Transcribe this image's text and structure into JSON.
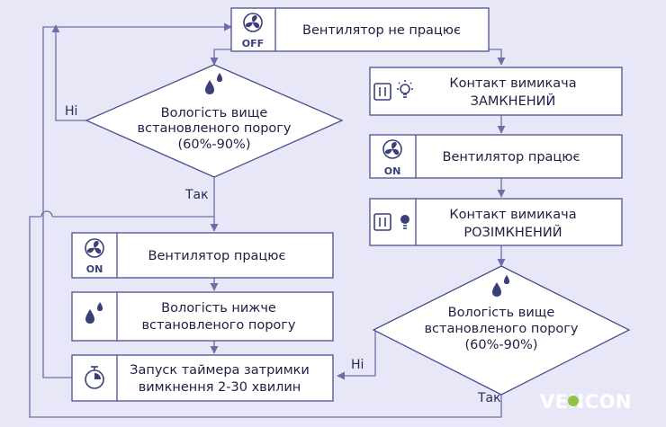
{
  "nodes": {
    "fan_off": {
      "text": "Вентилятор не працює",
      "icon_label": "OFF",
      "icon": "fan-icon"
    },
    "check1": {
      "lines": [
        "Вологість вище",
        "встановленого порогу",
        "(60%-90%)"
      ],
      "icon": "humidity-drops-icon"
    },
    "switch_closed": {
      "lines": [
        "Контакт вимикача",
        "ЗАМКНЕНИЙ"
      ],
      "icon": "switch-lamp-on-icon"
    },
    "fan_on_right": {
      "text": "Вентилятор працює",
      "icon_label": "ON",
      "icon": "fan-icon"
    },
    "switch_open": {
      "lines": [
        "Контакт вимикача",
        "РОЗІМКНЕНИЙ"
      ],
      "icon": "switch-lamp-off-icon"
    },
    "fan_on_left": {
      "text": "Вентилятор працює",
      "icon_label": "ON",
      "icon": "fan-icon"
    },
    "humidity_low": {
      "lines": [
        "Вологість нижче",
        "встановленого порогу"
      ],
      "icon": "humidity-drops-icon"
    },
    "timer": {
      "lines": [
        "Запуск таймера затримки",
        "вимкнення 2-30 хвилин"
      ],
      "icon": "stopwatch-icon"
    },
    "check2": {
      "lines": [
        "Вологість вище",
        "встановленого порогу",
        "(60%-90%)"
      ],
      "icon": "humidity-drops-icon"
    }
  },
  "edges": {
    "no1": "Ні",
    "yes1": "Так",
    "no2": "Ні",
    "yes2": "Так"
  },
  "brand": {
    "name": "VENCON"
  },
  "colors": {
    "background": "#e7e7f7",
    "border": "#4c4f8c",
    "line": "#6e6ea6",
    "icon": "#3a3f7a",
    "brand": "#ffffff"
  }
}
